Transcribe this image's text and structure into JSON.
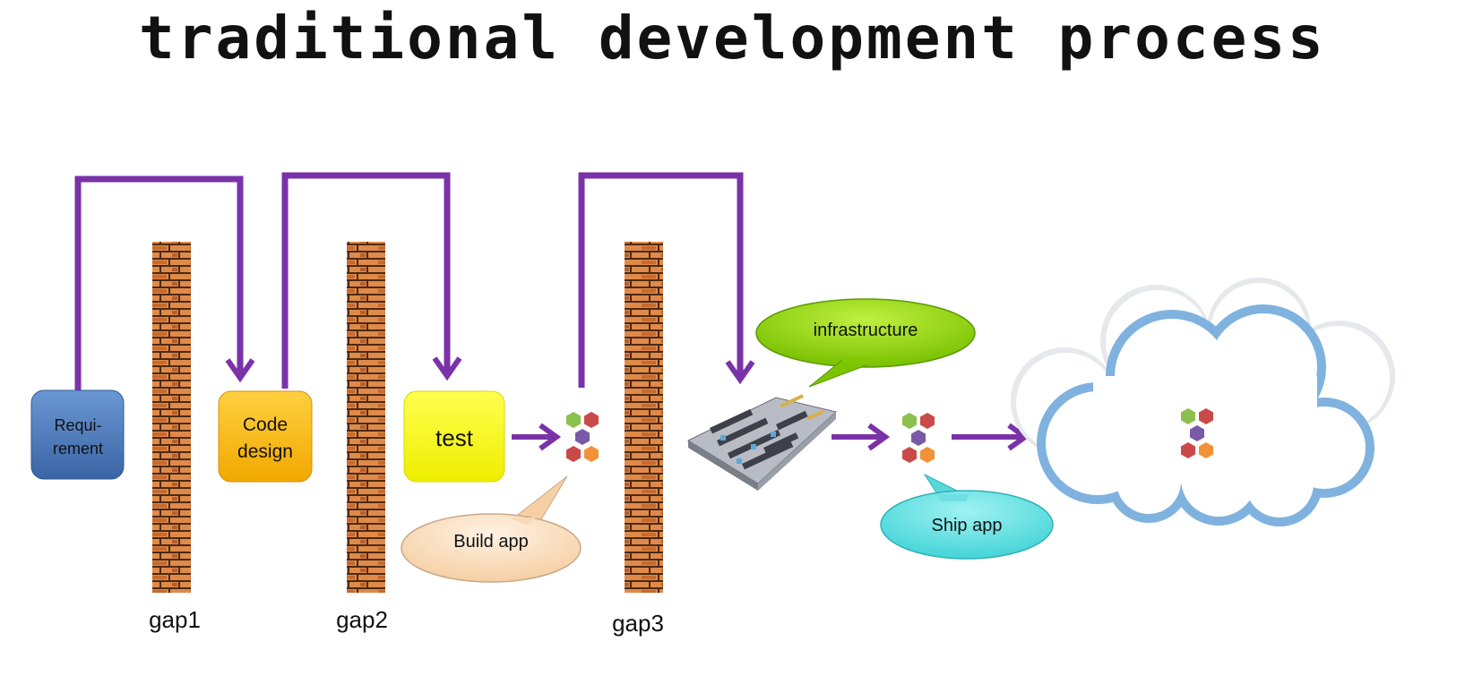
{
  "title": "traditional development process",
  "stages": {
    "requirement": "Requi-\nrement",
    "code_design": "Code\ndesign",
    "test": "test"
  },
  "gaps": [
    "gap1",
    "gap2",
    "gap3"
  ],
  "callouts": {
    "build_app": "Build app",
    "infrastructure": "infrastructure",
    "ship_app": "Ship app"
  },
  "colors": {
    "flow_arrow": "#7a32a8",
    "requirement_box": "#4f7fc0",
    "code_design_box": "#f7b500",
    "test_box": "#f6f600",
    "build_app_bubble": "#fde0c2",
    "infrastructure_bubble": "#8fd200",
    "ship_app_bubble": "#6ee0e0",
    "cloud_outline": "#7fb2df",
    "brick": "#d77a3a"
  },
  "icons": [
    "brick-wall-icon",
    "app-hexagon-icon",
    "datacenter-icon",
    "cloud-icon"
  ]
}
